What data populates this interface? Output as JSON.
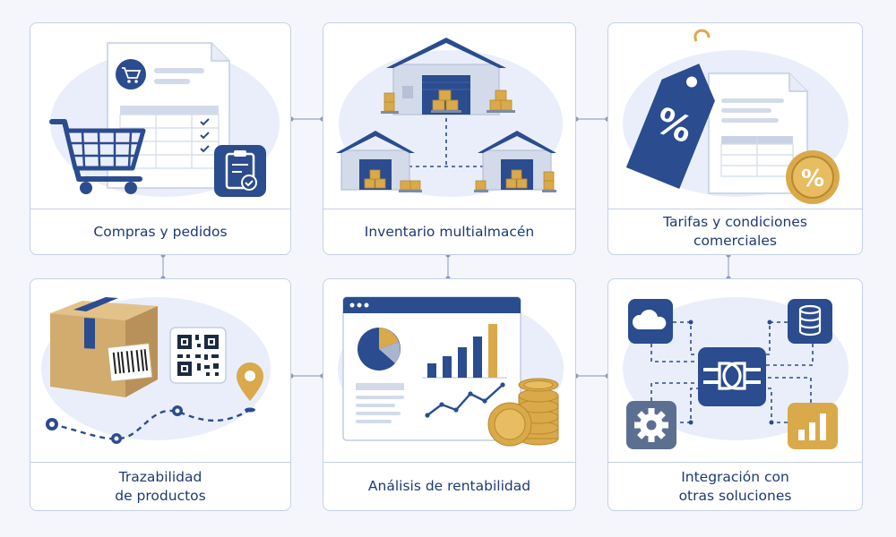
{
  "modules": [
    {
      "title_lines": [
        "Compras y pedidos"
      ]
    },
    {
      "title_lines": [
        "Inventario multialmacén"
      ]
    },
    {
      "title_lines": [
        "Tarifas y condiciones",
        "comerciales"
      ]
    },
    {
      "title_lines": [
        "Trazabilidad",
        "de productos"
      ]
    },
    {
      "title_lines": [
        "Análisis de rentabilidad"
      ]
    },
    {
      "title_lines": [
        "Integración con",
        "otras soluciones"
      ]
    }
  ],
  "icons": {
    "compras": [
      "shopping-cart-icon",
      "purchase-order-document",
      "clipboard-check-icon"
    ],
    "inventario": [
      "main-warehouse",
      "secondary-warehouse",
      "secondary-warehouse",
      "inventory-boxes"
    ],
    "tarifas": [
      "discount-price-tag",
      "price-list-document",
      "percent-coin"
    ],
    "trazabilidad": [
      "package-box-barcode",
      "qr-code",
      "location-pin-icon",
      "route-path"
    ],
    "analisis": [
      "dashboard-window",
      "pie-chart",
      "bar-chart",
      "line-chart",
      "coin-stacks"
    ],
    "integracion": [
      "plug-hub-icon",
      "cloud-icon",
      "database-icon",
      "gear-icon",
      "bar-chart-icon"
    ]
  },
  "colors": {
    "navy": "#2b4c8e",
    "gold": "#d9a94a",
    "cardboard": "#c9a46b",
    "border": "#c5d0e6",
    "text": "#1d3a73",
    "background": "#f4f6fb"
  }
}
